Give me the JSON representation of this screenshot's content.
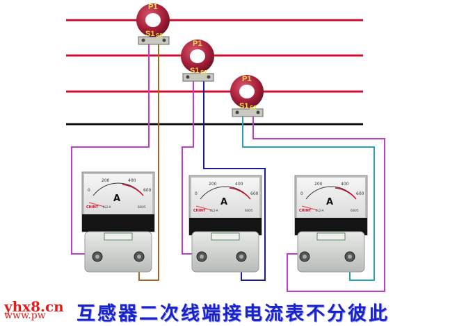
{
  "transformers": [
    {
      "p_label": "P1",
      "s1_label": "S1",
      "s2_label": "S2"
    },
    {
      "p_label": "P1",
      "s1_label": "S1",
      "s2_label": "S2"
    },
    {
      "p_label": "P1",
      "s1_label": "S1",
      "s2_label": "S2"
    }
  ],
  "meters": [
    {
      "unit": "A",
      "brand": "CHINT",
      "model": "6L2-A",
      "ticks": [
        "0",
        "200",
        "400",
        "600"
      ],
      "range_text": "600/5"
    },
    {
      "unit": "A",
      "brand": "CHINT",
      "model": "6L2-A",
      "ticks": [
        "0",
        "200",
        "400",
        "600"
      ],
      "range_text": "600/5"
    },
    {
      "unit": "A",
      "brand": "CHINT",
      "model": "6L2-A",
      "ticks": [
        "0",
        "200",
        "400",
        "600"
      ],
      "range_text": "600/5"
    }
  ],
  "caption": "互感器二次线端接电流表不分彼此",
  "watermark": {
    "line1": "yhx8.cn",
    "line2": "www.pw"
  },
  "colors": {
    "phase_line": "#c8102e",
    "neutral_line": "#111111",
    "ct_ring": "#a8203a",
    "wire_magenta": "#c03ad0",
    "wire_brown": "#a0662a",
    "wire_navy": "#1a1aa0",
    "wire_cyan": "#2aa0b8",
    "caption": "#1a22c9",
    "watermark": "#e21b1b"
  }
}
